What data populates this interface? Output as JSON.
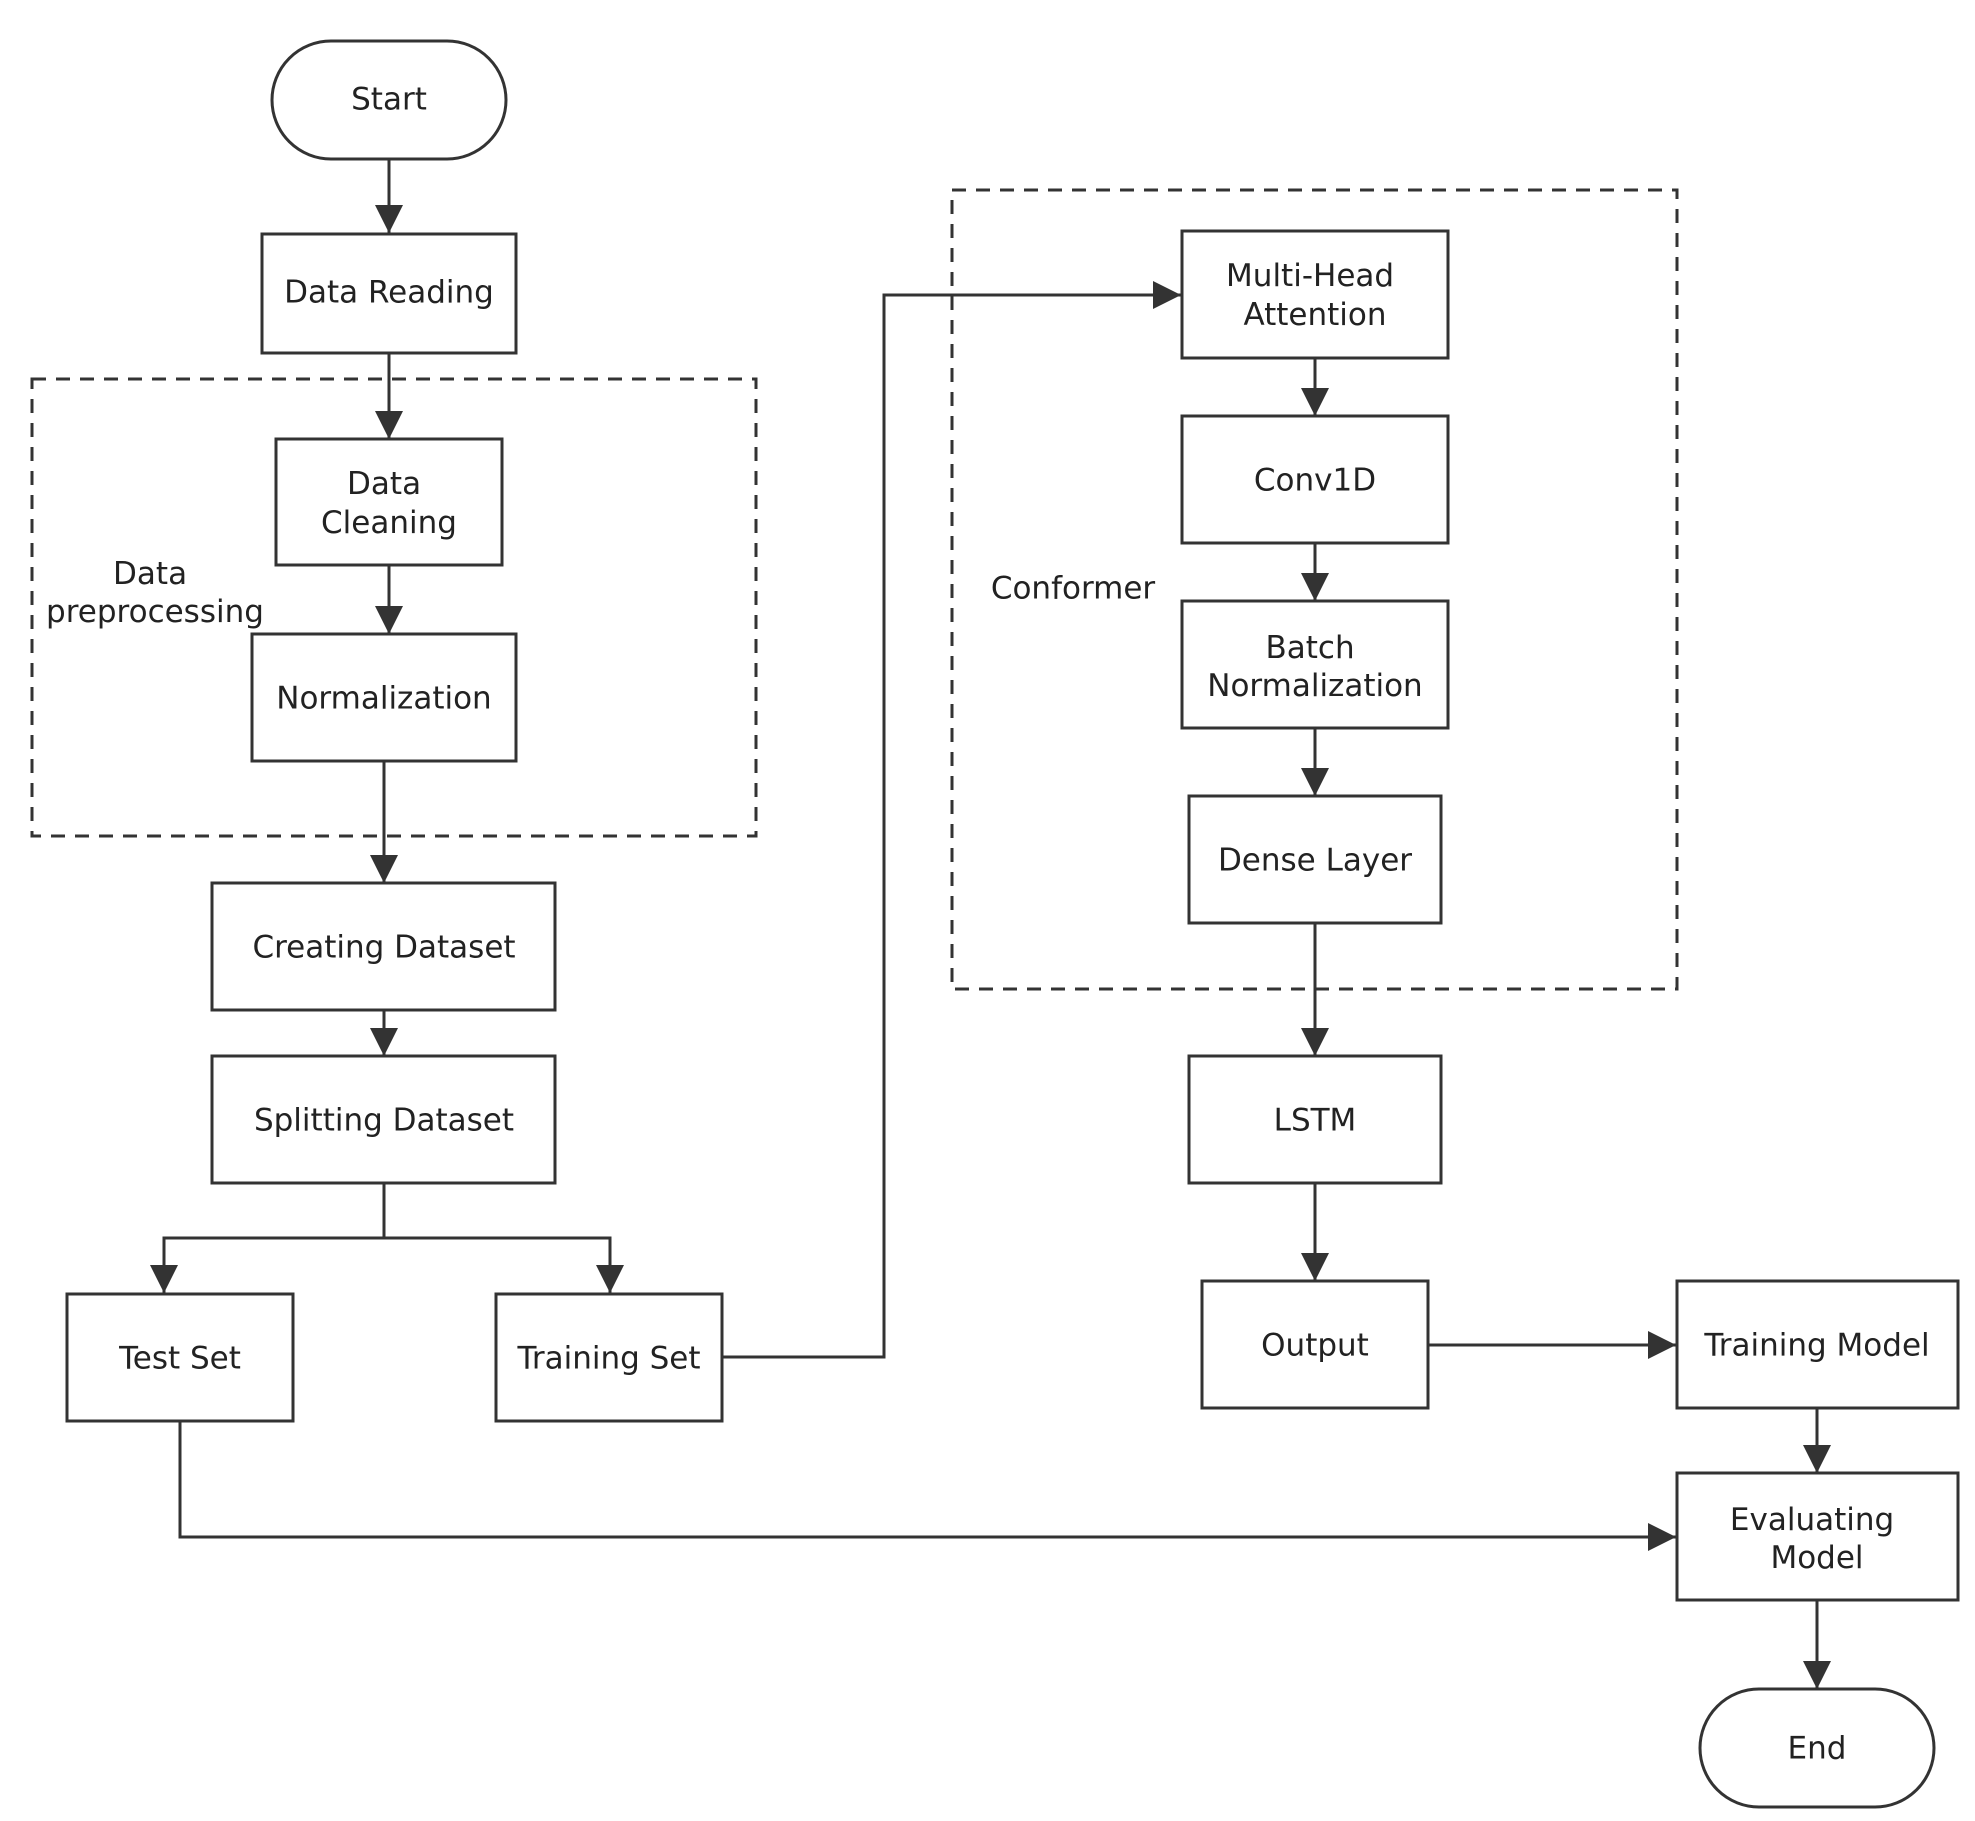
{
  "nodes": {
    "start": {
      "label": "Start",
      "shape": "terminal"
    },
    "data_reading": {
      "label": "Data Reading"
    },
    "data_cleaning": {
      "line1": "Data",
      "line2": "Cleaning"
    },
    "normalization": {
      "label": "Normalization"
    },
    "creating_dataset": {
      "label": "Creating Dataset"
    },
    "splitting_dataset": {
      "label": "Splitting Dataset"
    },
    "test_set": {
      "label": "Test Set"
    },
    "training_set": {
      "label": "Training Set"
    },
    "multi_head_attention": {
      "line1": "Multi-Head",
      "line2": "Attention"
    },
    "conv1d": {
      "label": "Conv1D"
    },
    "batch_normalization": {
      "line1": "Batch",
      "line2": "Normalization"
    },
    "dense_layer": {
      "label": "Dense Layer"
    },
    "lstm": {
      "label": "LSTM"
    },
    "output": {
      "label": "Output"
    },
    "training_model": {
      "label": "Training Model"
    },
    "evaluating_model": {
      "line1": "Evaluating",
      "line2": "Model"
    },
    "end": {
      "label": "End",
      "shape": "terminal"
    }
  },
  "groups": {
    "data_preprocessing": {
      "line1": "Data",
      "line2": "preprocessing",
      "style": "dashed"
    },
    "conformer": {
      "label": "Conformer",
      "style": "dashed"
    }
  },
  "edges": [
    [
      "Start",
      "Data Reading"
    ],
    [
      "Data Reading",
      "Data Cleaning"
    ],
    [
      "Data Cleaning",
      "Normalization"
    ],
    [
      "Normalization",
      "Creating Dataset"
    ],
    [
      "Creating Dataset",
      "Splitting Dataset"
    ],
    [
      "Splitting Dataset",
      "Test Set"
    ],
    [
      "Splitting Dataset",
      "Training Set"
    ],
    [
      "Training Set",
      "Multi-Head Attention"
    ],
    [
      "Multi-Head Attention",
      "Conv1D"
    ],
    [
      "Conv1D",
      "Batch Normalization"
    ],
    [
      "Batch Normalization",
      "Dense Layer"
    ],
    [
      "Dense Layer",
      "LSTM"
    ],
    [
      "LSTM",
      "Output"
    ],
    [
      "Output",
      "Training Model"
    ],
    [
      "Training Model",
      "Evaluating Model"
    ],
    [
      "Test Set",
      "Evaluating Model"
    ],
    [
      "Evaluating Model",
      "End"
    ]
  ],
  "colors": {
    "stroke": "#333333",
    "text": "#222222",
    "fill": "#ffffff"
  }
}
